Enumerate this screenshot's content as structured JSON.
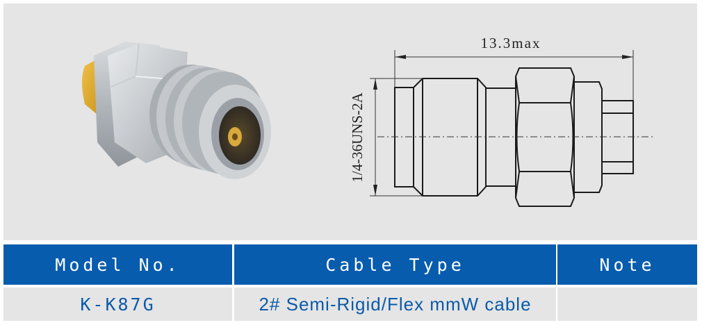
{
  "product": {
    "photo_icon": "connector-3d-render",
    "drawing": {
      "length_dimension": "13.3max",
      "thread_dimension": "1/4-36UNS-2A"
    }
  },
  "table": {
    "headers": [
      "Model No.",
      "Cable Type",
      "Note"
    ],
    "rows": [
      [
        "K-K87G",
        "2# Semi-Rigid/Flex mmW cable",
        ""
      ]
    ]
  },
  "colors": {
    "header_bg": "#075cad",
    "header_text": "#ffffff",
    "cell_bg": "#e5e5e5",
    "cell_text": "#0b5aa8",
    "panel_bg": "#e5e5e5"
  }
}
